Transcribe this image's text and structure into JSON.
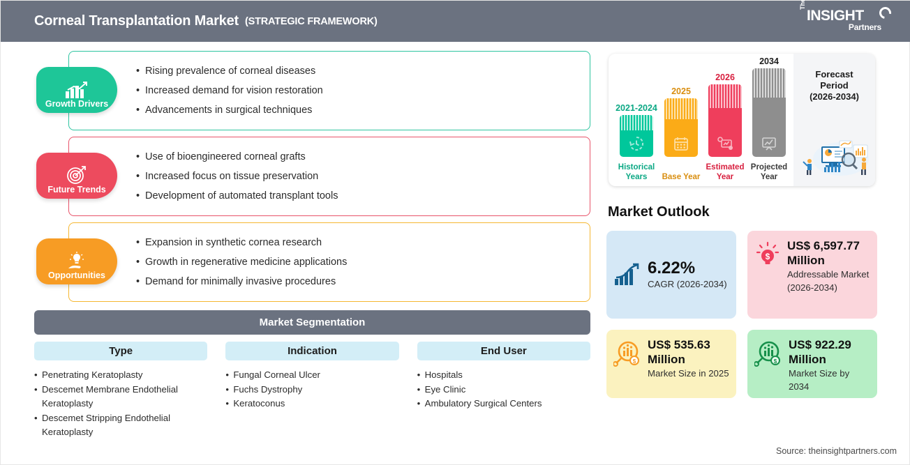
{
  "header": {
    "title": "Corneal Transplantation Market",
    "subtitle": "(STRATEGIC FRAMEWORK)",
    "logo": {
      "the": "The",
      "main": "INSIGHT",
      "partners": "Partners"
    },
    "bg_color": "#6b7280"
  },
  "pillars": [
    {
      "id": "growth",
      "label": "Growth Drivers",
      "icon": "bar-chart-growth-icon",
      "color": "#1ec698",
      "border": "#2ec4a0",
      "bullets": [
        "Rising prevalence of corneal diseases",
        "Increased demand for vision restoration",
        "Advancements in surgical techniques"
      ]
    },
    {
      "id": "trends",
      "label": "Future Trends",
      "icon": "target-dart-icon",
      "color": "#ed4b5e",
      "border": "#e8536a",
      "bullets": [
        "Use of bioengineered corneal grafts",
        "Increased focus on tissue preservation",
        "Development of automated transplant tools"
      ]
    },
    {
      "id": "opps",
      "label": "Opportunities",
      "icon": "lightbulb-hand-icon",
      "color": "#f79c24",
      "border": "#f5b731",
      "bullets": [
        "Expansion in synthetic cornea research",
        "Growth in regenerative medicine applications",
        "Demand for minimally invasive procedures"
      ]
    }
  ],
  "segmentation": {
    "title": "Market Segmentation",
    "header_bg": "#6b7280",
    "pill_bg": "#d3eef7",
    "columns": [
      {
        "header": "Type",
        "items": [
          "Penetrating Keratoplasty",
          "Descemet Membrane Endothelial Keratoplasty",
          "Descemet Stripping Endothelial Keratoplasty"
        ]
      },
      {
        "header": "Indication",
        "items": [
          "Fungal Corneal Ulcer",
          "Fuchs Dystrophy",
          "Keratoconus"
        ]
      },
      {
        "header": "End User",
        "items": [
          "Hospitals",
          "Eye Clinic",
          "Ambulatory Surgical Centers"
        ]
      }
    ]
  },
  "chart_data": {
    "type": "bar",
    "title": "Market Timeline",
    "categories": [
      "Historical Years",
      "Base Year",
      "Estimated Year",
      "Projected Year"
    ],
    "tick_labels": [
      "2021-2024",
      "2025",
      "2026",
      "2034"
    ],
    "values": [
      60,
      84,
      104,
      127
    ],
    "colors": [
      "#00c79b",
      "#fbab17",
      "#ef3e5c",
      "#8e8e8e"
    ],
    "ylim": [
      0,
      140
    ],
    "grid": false,
    "legend": "none",
    "xlabel": "",
    "ylabel": "",
    "bars": [
      {
        "year": "2021-2024",
        "label": "Historical Years",
        "color": "#00c79b",
        "height": 60,
        "stripe_height": 22,
        "icon": "history-clock-icon"
      },
      {
        "year": "2025",
        "label": "Base Year",
        "color": "#fbab17",
        "height": 84,
        "stripe_height": 30,
        "icon": "calendar-icon"
      },
      {
        "year": "2026",
        "label": "Estimated Year",
        "color": "#ef3e5c",
        "height": 104,
        "stripe_height": 34,
        "icon": "analytics-gear-icon"
      },
      {
        "year": "2034",
        "label": "Projected Year",
        "color": "#8e8e8e",
        "height": 127,
        "stripe_height": 42,
        "icon": "monitor-chart-icon"
      }
    ]
  },
  "forecast": {
    "line1": "Forecast",
    "line2": "Period",
    "line3": "(2026-2034)",
    "illustration": "analytics-dashboard-illustration",
    "bg": "#f4f5f7"
  },
  "outlook": {
    "title": "Market Outlook",
    "cards": [
      {
        "id": "cagr",
        "value": "6.22%",
        "desc": "CAGR (2026-2034)",
        "bg": "#d5e8f6",
        "icon": "growth-chart-icon",
        "icon_color": "#15608f"
      },
      {
        "id": "tam",
        "value": "US$ 6,597.77 Million",
        "desc": "Addressable Market (2026-2034)",
        "bg": "#fbd6dc",
        "icon": "lightbulb-dollar-icon",
        "icon_color": "#ef3e5c"
      },
      {
        "id": "size2025",
        "value": "US$ 535.63 Million",
        "desc": "Market Size in 2025",
        "bg": "#fbf2bf",
        "icon": "magnifier-chart-dollar-icon",
        "icon_color": "#f79c24"
      },
      {
        "id": "size2034",
        "value": "US$ 922.29 Million",
        "desc": "Market Size by 2034",
        "bg": "#b6eec5",
        "icon": "magnifier-chart-dollar-icon",
        "icon_color": "#17904b"
      }
    ]
  },
  "source": "Source: theinsightpartners.com"
}
